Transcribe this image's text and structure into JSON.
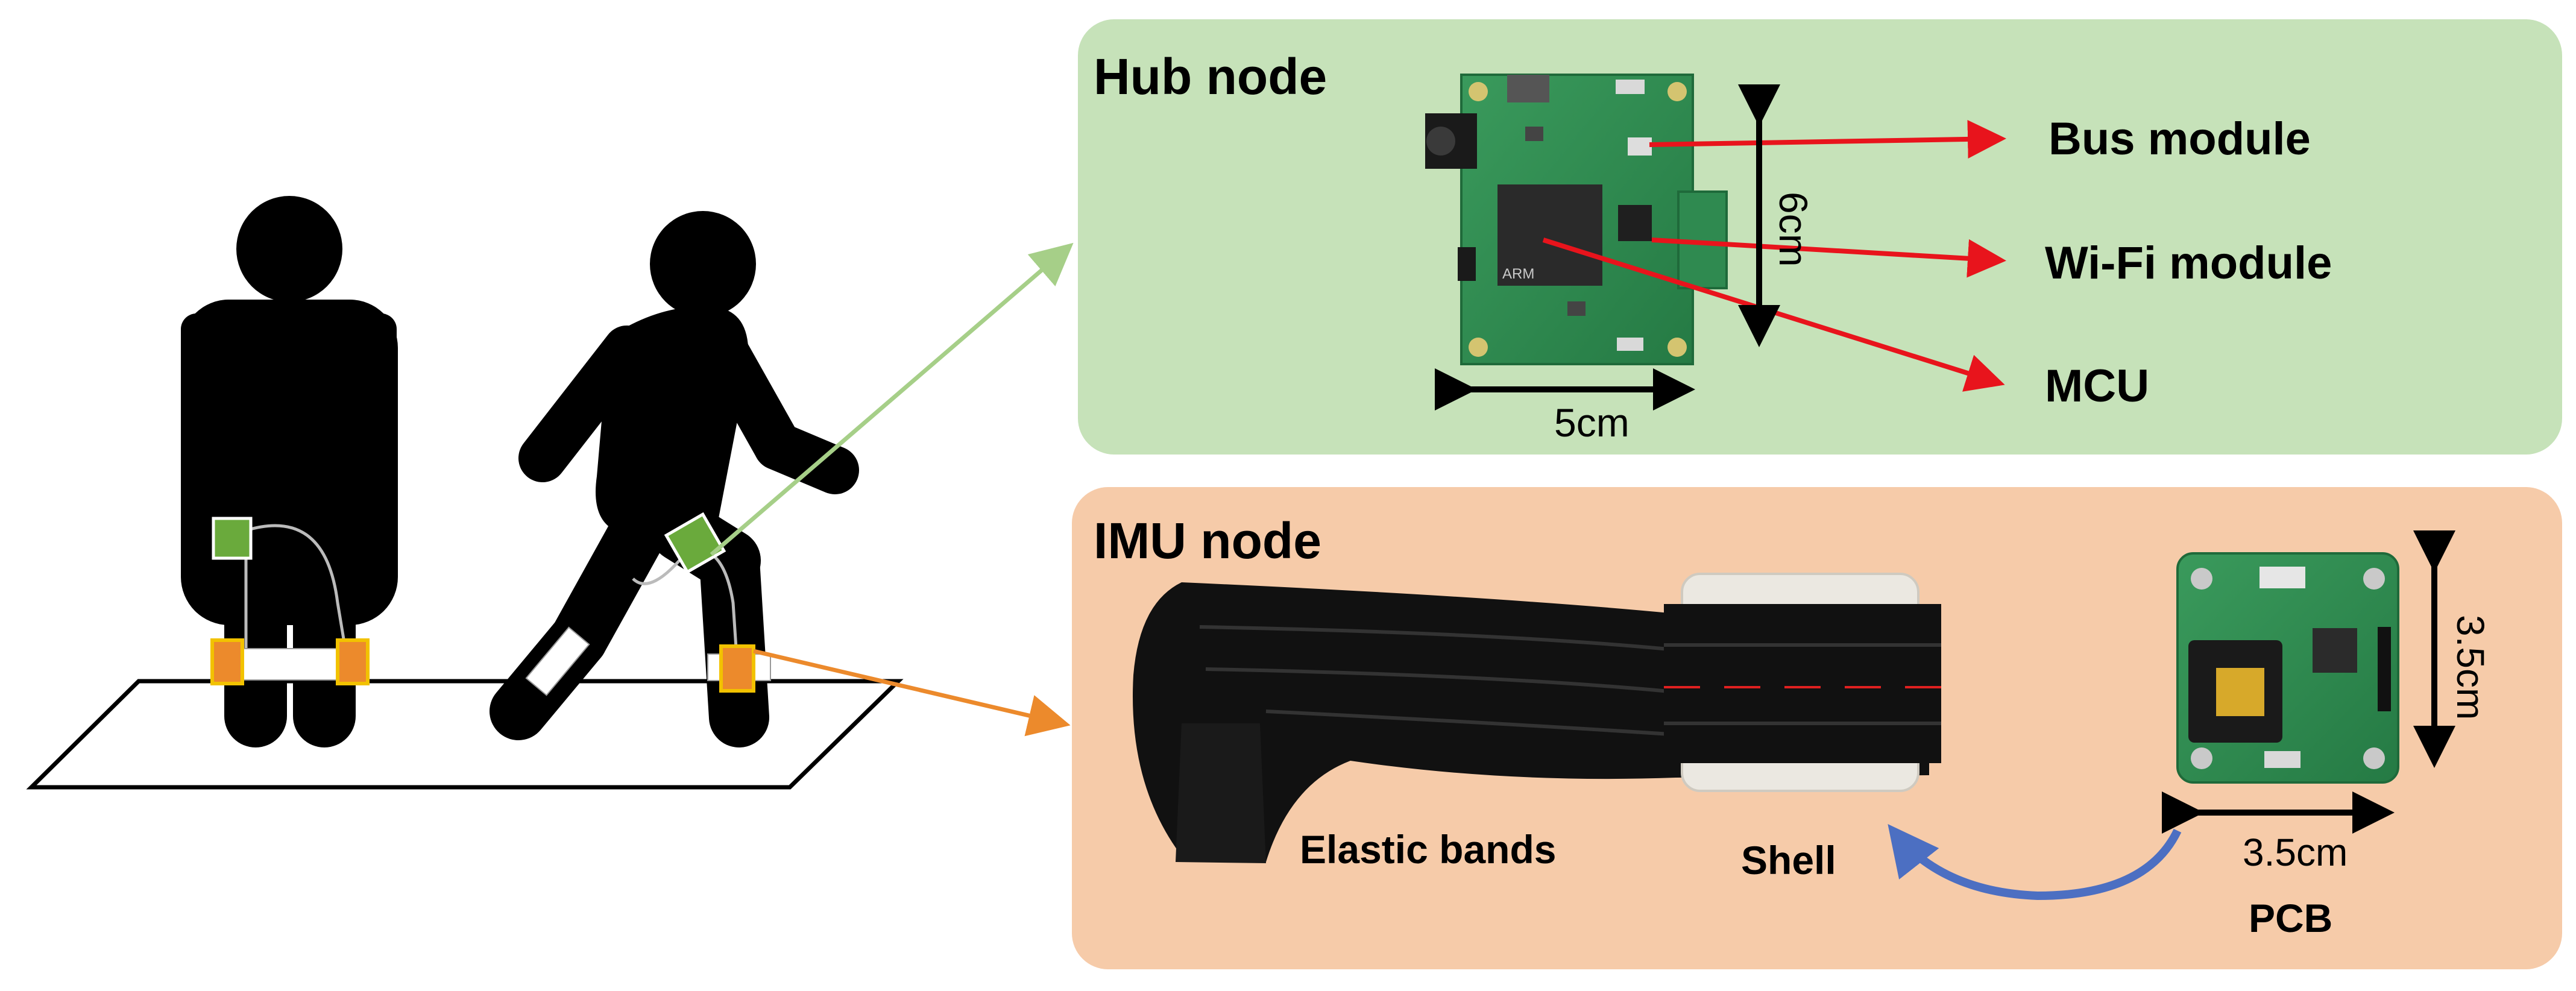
{
  "hub": {
    "title": "Hub node",
    "labels": {
      "bus": "Bus module",
      "wifi": "Wi-Fi module",
      "mcu": "MCU"
    },
    "dims": {
      "width": "5cm",
      "height": "6cm"
    },
    "board_marking": "ARM"
  },
  "imu": {
    "title": "IMU node",
    "labels": {
      "bands": "Elastic bands",
      "shell": "Shell",
      "pcb": "PCB"
    },
    "dims": {
      "width": "3.5cm",
      "height": "3.5cm"
    }
  },
  "colors": {
    "hub_panel": "#c6e2b9",
    "imu_panel": "#f6cba9",
    "pcb_green": "#2f8a50",
    "sensor_green": "#6aaa3c",
    "sensor_orange": "#ec8a2c",
    "hub_arrow": "#a6cf88",
    "imu_arrow": "#ec8a2c",
    "pointer_red": "#e8141c",
    "shell_arrow": "#4c6fc2"
  },
  "icons": [
    "standing-person-icon",
    "walking-person-icon",
    "ground-plane-icon"
  ]
}
